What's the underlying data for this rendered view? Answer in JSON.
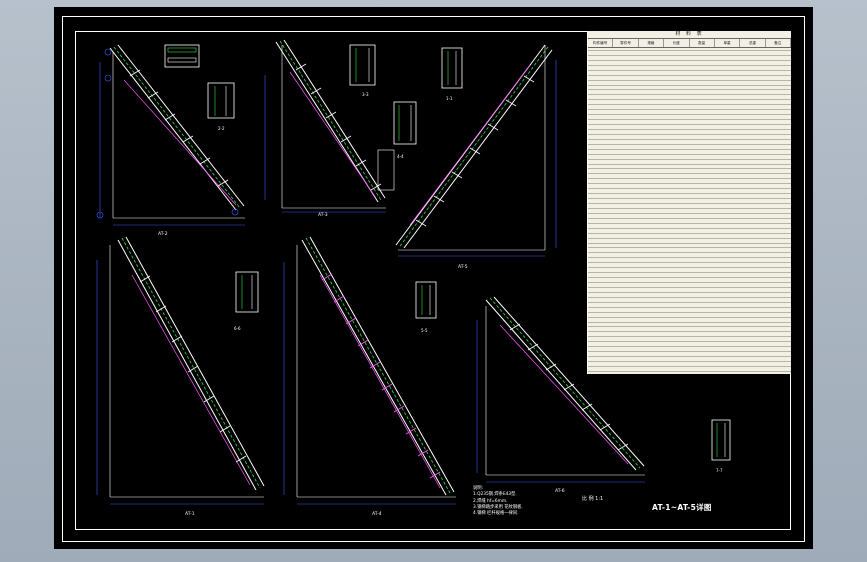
{
  "drawing": {
    "title": "AT-1~AT-5详图",
    "scale": "比 例 1:1",
    "notes": [
      "说明:",
      "1.Q235钢.焊条E43型.",
      "2.焊缝 hf=6mm.",
      "3.钢梯踏步采用 花纹钢板.",
      "4.钢梯 栏杆规格一律同."
    ],
    "view_labels": [
      "AT-2",
      "AT-3",
      "AT-5",
      "AT-1",
      "AT-4",
      "AT-6"
    ],
    "section_labels": [
      "1-1",
      "2-2",
      "3-3",
      "4-4",
      "5-5",
      "6-6",
      "7-7"
    ]
  },
  "material_table": {
    "title": "材 料 表",
    "headers": [
      "构件编号",
      "零件号",
      "规格",
      "长度",
      "数量",
      "单重",
      "总重",
      "备注"
    ]
  },
  "colors": {
    "outline": "#ffffff",
    "dimension": "#3b5bff",
    "stringer": "#33dd44",
    "rail": "#ff55ff",
    "table_bg": "#f2efe4"
  }
}
